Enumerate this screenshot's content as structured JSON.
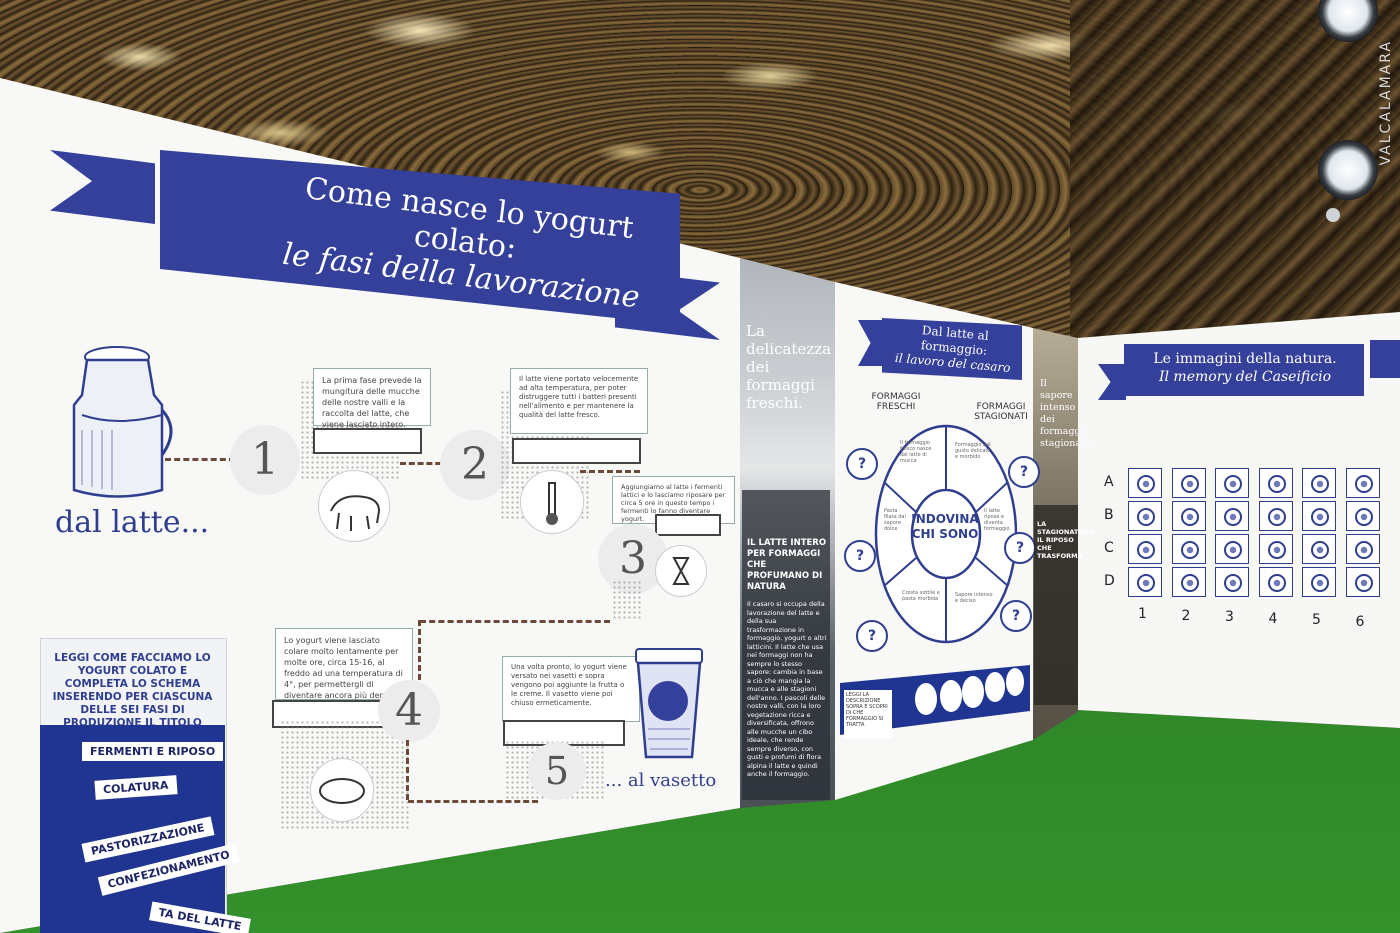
{
  "left_panel": {
    "title_line1": "Come nasce lo yogurt colato:",
    "title_line2": "le fasi della lavorazione",
    "from_label": "dal latte...",
    "to_label": "... al vasetto",
    "steps": [
      "1",
      "2",
      "3",
      "4",
      "5"
    ],
    "instructions": "LEGGI COME FACCIAMO LO YOGURT COLATO E COMPLETA LO SCHEMA INSERENDO PER CIASCUNA DELLE SEI FASI DI PRODUZIONE IL TITOLO GIUSTO.",
    "tags": [
      "FERMENTI E RIPOSO",
      "COLATURA",
      "PASTORIZZAZIONE",
      "CONFEZIONAMENTO",
      "TA DEL LATTE"
    ],
    "step_texts": [
      "La prima fase prevede la mungitura delle mucche delle nostre valli e la raccolta del latte, che viene lasciato intero.",
      "Il latte viene portato velocemente ad alta temperatura, per poter distruggere tutti i batteri presenti nell'alimento e per mantenere la qualità del latte fresco.",
      "Aggiungiamo al latte i fermenti lattici e lo lasciamo riposare per circa 5 ore in questo tempo i fermenti lo fanno diventare yogurt.",
      "Lo yogurt viene lasciato colare molto lentamente per molte ore, circa 15-16, al freddo ad una temperatura di 4°, per permettergli di diventare ancora più denso e cremoso.",
      "Una volta pronto, lo yogurt viene versato nei vasetti e sopra vengono poi aggiunte la frutta o le creme. Il vasetto viene poi chiuso ermeticamente."
    ]
  },
  "photo_panel_1": {
    "headline": "La delicatezza dei formaggi freschi.",
    "subhead": "IL LATTE INTERO PER FORMAGGI CHE PROFUMANO DI NATURA",
    "body": "Il casaro si occupa della lavorazione del latte e della sua trasformazione in formaggio, yogurt o altri latticini. Il latte che usa nei formaggi non ha sempre lo stesso sapore: cambia in base a ciò che mangia la mucca e alle stagioni dell'anno. I pascoli delle nostre valli, con la loro vegetazione ricca e diversificata, offrono alle mucche un cibo ideale, che rende sempre diverso, con gusti e profumi di flora alpina il latte e quindi anche il formaggio."
  },
  "middle_panel": {
    "title_line1": "Dal latte al formaggio:",
    "title_line2": "il lavoro del casaro",
    "left_label": "FORMAGGI FRESCHI",
    "right_label": "FORMAGGI STAGIONATI",
    "center": "INDOVINA CHI SONO",
    "qmark": "?",
    "footer_note": "LEGGI LA DESCRIZIONE SOPRA E SCOPRI DI CHE FORMAGGIO SI TRATTA",
    "segment_texts": [
      "Il formaggio fresco nasce dal latte di mucca",
      "Formaggio dal gusto delicato e morbido",
      "Pasta filata dal sapore dolce",
      "Il latte riposa e diventa formaggio",
      "Crosta sottile e pasta morbida",
      "Sapore intenso e deciso"
    ]
  },
  "photo_panel_2": {
    "headline": "Il sapore intenso dei formaggi stagionati.",
    "subhead": "LA STAGIONATURA: IL RIPOSO CHE TRASFORMA"
  },
  "right_panel": {
    "title_line1": "Le immagini della natura.",
    "title_line2": "Il memory del Caseificio",
    "rows": [
      "A",
      "B",
      "C",
      "D"
    ],
    "cols": [
      "1",
      "2",
      "3",
      "4",
      "5",
      "6"
    ]
  },
  "watermark": "VALCALAMARA",
  "colors": {
    "navy": "#35409a",
    "floor": "#2a7a24",
    "wall": "#f8f8f6"
  }
}
